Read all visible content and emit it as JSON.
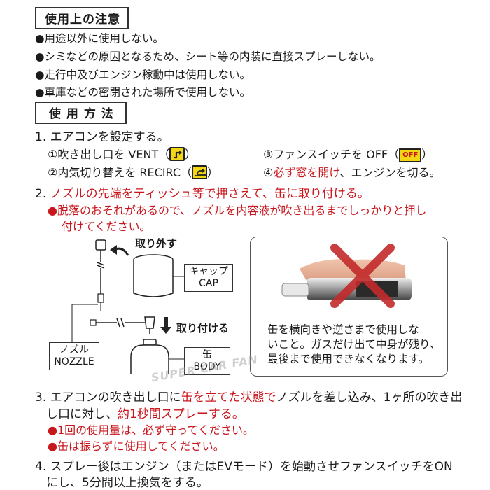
{
  "caution": {
    "title": "使用上の注意",
    "items": [
      "●用途以外に使用しない。",
      "●シミなどの原因となるため、シート等の内装に直接スプレーしない。",
      "●走行中及びエンジン稼動中は使用しない。",
      "●車庫などの密閉された場所で使用しない。"
    ]
  },
  "usage": {
    "title": "使 用 方 法",
    "step1": {
      "text": "1. エアコンを設定する。",
      "sub1": "①吹き出し口を VENT（",
      "sub1_end": "）",
      "sub2": "②内気切り替えを RECIRC（",
      "sub2_end": "）",
      "sub3": "③ファンスイッチを OFF（",
      "sub3_icon": "OFF",
      "sub3_end": "）",
      "sub4_num": "④",
      "sub4_red": "必ず窓を開け",
      "sub4_rest": "、エンジンを切る。"
    },
    "step2": {
      "num": "2. ",
      "text": "ノズルの先端をティッシュ等で押さえて、缶に取り付ける。",
      "note_line1": "●脱落のおそれがあるので、ノズルを内容液が吹き出るまでしっかりと押し",
      "note_line2": "付けてください。"
    },
    "diagram": {
      "remove_label": "取り外す",
      "attach_label": "取り付ける",
      "cap_label_jp": "キャップ",
      "cap_label_en": "CAP",
      "nozzle_label_jp": "ノズル",
      "nozzle_label_en": "NOZZLE",
      "body_label_jp": "缶",
      "body_label_en": "BODY"
    },
    "photo": {
      "caption_line1": "缶を横向きや逆さまで使用しな",
      "caption_line2": "いこと。ガスだけ出て中身が残り、",
      "caption_line3": "最後まで使用できなくなります。"
    },
    "step3": {
      "text_a": "3. エアコンの吹き出し口に",
      "text_red": "缶を立てた状態で",
      "text_b": "ノズルを差し込み、1ヶ所の吹き出",
      "line2_a": "し口に対し、",
      "line2_red": "約1秒間スプレーする。",
      "note1": "●1回の使用量は、必ず守ってください。",
      "note2": "●缶は振らずに使用してください。"
    },
    "step4": {
      "line1": "4. スプレー後はエンジン（またはEVモード）を始動させファンスイッチをON",
      "line2": "にし、5分間以上換気をする。"
    }
  },
  "watermark": "SUPER CAR FAN",
  "icons": {
    "vent": "vent-icon",
    "recirc": "recirc-icon",
    "cross": "cross-mark-icon",
    "arrow": "arrow-icon"
  },
  "colors": {
    "accent_red": "#c8161d",
    "icon_yellow": "#f2d513"
  }
}
